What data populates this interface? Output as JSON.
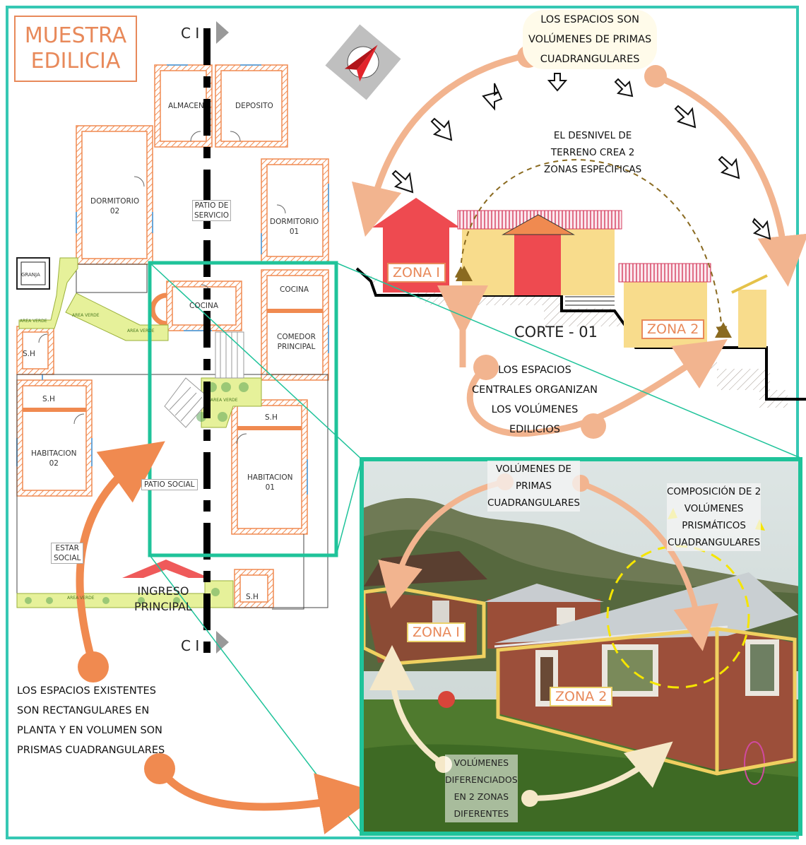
{
  "title": {
    "line1": "MUESTRA",
    "line2": "EDILICIA"
  },
  "cut_labels": {
    "top": "C I",
    "bottom": "C I"
  },
  "rooms": {
    "almacen": "ALMACEN",
    "deposito": "DEPOSITO",
    "dormitorio_02_a": "DORMITORIO",
    "dormitorio_02_b": "02",
    "patio_servicio_a": "PATIO DE",
    "patio_servicio_b": "SERVICIO",
    "dormitorio_01_a": "DORMITORIO",
    "dormitorio_01_b": "01",
    "granja": "GRANJA",
    "area_verde": "AREA VERDE",
    "cocina_left": "COCINA",
    "cocina_right": "COCINA",
    "comedor_a": "COMEDOR",
    "comedor_b": "PRINCIPAL",
    "sh": "S.H",
    "habitacion_02_a": "HABITACION",
    "habitacion_02_b": "02",
    "patio_social": "PATIO SOCIAL",
    "habitacion_01_a": "HABITACION",
    "habitacion_01_b": "01",
    "estar_a": "ESTAR",
    "estar_b": "SOCIAL"
  },
  "ingreso": {
    "line1": "INGRESO",
    "line2": "PRINCIPAL"
  },
  "left_note": {
    "line1": "LOS ESPACIOS    EXISTENTES",
    "line2": "SON RECTANGULARES EN",
    "line3": "PLANTA Y EN VOLUMEN SON",
    "line4": "PRISMAS CUADRANGULARES"
  },
  "top_note": {
    "line1": "LOS ESPACIOS SON",
    "line2": "VOLÚMENES DE PRIMAS",
    "line3": "CUADRANGULARES"
  },
  "desnivel_note": {
    "line1": "EL DESNIVEL DE",
    "line2": "TERRENO CREA 2",
    "line3": "ZONAS ESPECIFICAS"
  },
  "section": {
    "zona1": "ZONA I",
    "zona2": "ZONA 2",
    "corte": "CORTE - 01"
  },
  "centrales_note": {
    "line1": "LOS ESPACIOS",
    "line2": "CENTRALES ORGANIZAN",
    "line3": "LOS VOLÚMENES",
    "line4": "EDILICIOS"
  },
  "photo": {
    "vol_line1": "VOLÚMENES DE",
    "vol_line2": "PRIMAS",
    "vol_line3": "CUADRANGULARES",
    "comp_line1": "COMPOSICIÓN DE 2",
    "comp_line2": "VOLÚMENES",
    "comp_line3": "PRISMÁTICOS",
    "comp_line4": "CUADRANGULARES",
    "zona1": "ZONA I",
    "zona2": "ZONA 2",
    "dif_line1": "VOLÚMENES",
    "dif_line2": "DIFERENCIADOS",
    "dif_line3": "EN 2 ZONAS",
    "dif_line4": "DIFERENTES"
  },
  "compass_icon": "north-arrow-icon",
  "colors": {
    "teal": "#36c8b4",
    "orange": "#e8895a",
    "peach": "#f2b48f",
    "wall_orange": "#f08a50",
    "red_volume": "#ee4a50",
    "yellow_volume": "#f8dc8c"
  }
}
